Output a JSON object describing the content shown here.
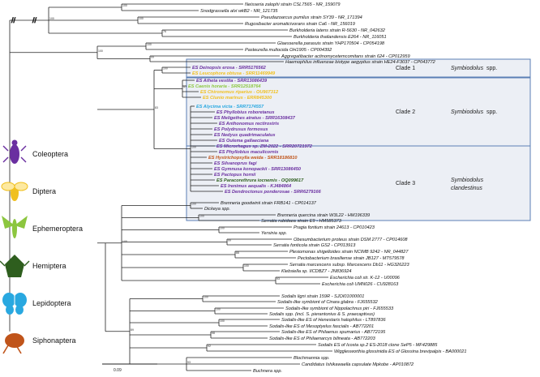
{
  "taxa": [
    {
      "label": "Neisseria zalophi strain CSL7565 - NR_159079",
      "style": "normal"
    },
    {
      "label": "Snodgrassella alvi wkB2 - NR_121735",
      "style": "normal"
    },
    {
      "label": "Pseudazoarcus pumilus strain SY39 - NR_171394",
      "style": "normal"
    },
    {
      "label": "Rugosibacter aromaticivorans strain Ca6 - NR_156019",
      "style": "normal"
    },
    {
      "label": "Burkholderia latens strain R-5630 - NR_042632",
      "style": "normal"
    },
    {
      "label": "Burkholderia thailandensis E264 - NR_116051",
      "style": "normal"
    },
    {
      "label": "Glaesserella parasuis strain YHP170504 - CP054198",
      "style": "normal"
    },
    {
      "label": "Pasteurella multocida OH1905 - CP004392",
      "style": "normal"
    },
    {
      "label": "Aggregatibacter actinomycetemcomitans strain 624 - CP012959",
      "style": "normal"
    },
    {
      "label": "Haemophilus influenzae biotype aegyptius strain HE24-F3037 - CP043772",
      "style": "normal"
    },
    {
      "label": "ES Deinopsis erosa - SRR5176562",
      "style": "cole"
    },
    {
      "label": "ES Leucophora obtusa - SRR11469949",
      "style": "dipt"
    },
    {
      "label": "ES Atheta vestita - SRR13086439",
      "style": "cole"
    },
    {
      "label": "ES Caenis horaria - SRR12518764",
      "style": "ephe"
    },
    {
      "label": "ES Chironomus riparius - OU907312",
      "style": "dipt"
    },
    {
      "label": "ES Clunio marinus - ERR845300",
      "style": "dipt"
    },
    {
      "label": "ES Alycima victa - SRR7174557",
      "style": "lepi"
    },
    {
      "label": "ES Phyllobius roboretanus",
      "style": "cole"
    },
    {
      "label": "ES Meligethes atratus - SRR16308437",
      "style": "cole"
    },
    {
      "label": "ES Anthonomus rectirostris",
      "style": "cole"
    },
    {
      "label": "ES Polydrusus formosus",
      "style": "cole"
    },
    {
      "label": "ES Nedyus quadrimaculatus",
      "style": "cole"
    },
    {
      "label": "ES Oulema gallaeciana",
      "style": "cole"
    },
    {
      "label": "ES Microrhagus sp. ZM-2022 - SRR20721972",
      "style": "cole"
    },
    {
      "label": "ES Phyllobius maculicornis",
      "style": "cole"
    },
    {
      "label": "ES Hystrichopsylla weida - SRR18186810",
      "style": "siph"
    },
    {
      "label": "ES Silvanoprus fagi",
      "style": "cole"
    },
    {
      "label": "ES Gymnusa konopackii - SRR13086450",
      "style": "cole"
    },
    {
      "label": "ES Pactopus hornii",
      "style": "cole"
    },
    {
      "label": "ES Paracorethrura iocnemis - OQ099617",
      "style": "hemi"
    },
    {
      "label": "ES Irenimus aequalis - KJ484864",
      "style": "cole"
    },
    {
      "label": "ES Dendroctonus ponderosae - SRR6279166",
      "style": "cole"
    },
    {
      "label": "Brenneria goodwinii strain FRB141 - CP014137",
      "style": "normal"
    },
    {
      "label": "Dickeya spp.",
      "style": "normal"
    },
    {
      "label": "Brenneria quercina strain W3L22 - HM196339",
      "style": "normal"
    },
    {
      "label": "Serratia rubidaea strain E9 - HM585373",
      "style": "normal"
    },
    {
      "label": "Pragia fontium strain 24613 - CP010423",
      "style": "normal"
    },
    {
      "label": "Yersinia spp.",
      "style": "normal"
    },
    {
      "label": "Obesumbacterium proteus strain DSM 2777 - CP014608",
      "style": "normal"
    },
    {
      "label": "Serratia fonticola strain GS2 - CP013913",
      "style": "normal"
    },
    {
      "label": "Plesiomonas shigelloides strain NCIMB 9242 - NR_044827",
      "style": "normal"
    },
    {
      "label": "Pectobacterium brasiliense strain JB127 - MT579578",
      "style": "normal"
    },
    {
      "label": "Serratia marcescens subsp. Marcescens Db11 - HG326223",
      "style": "normal"
    },
    {
      "label": "Klebsiella sp. IICDBZ7 - JN836924",
      "style": "normal"
    },
    {
      "label": "Escherichia coli str. K-12 - U00096",
      "style": "normal"
    },
    {
      "label": "Escherichia coli UMN026 - CU928163",
      "style": "normal"
    },
    {
      "label": "Sodalis ligni strain 159R - SJOI01000001",
      "style": "normal"
    },
    {
      "label": "Sodalis-like symbiont of Cinara glabra - FJ655532",
      "style": "normal"
    },
    {
      "label": "Sodalis-like symbiont of Nippolachnus piri - FJ655533",
      "style": "normal"
    },
    {
      "label": "Sodalis spp. (incl. S. pierantonius & S. praecaptivus)",
      "style": "normal"
    },
    {
      "label": "Sodalis-like ES of Henestaris halophilus - LT897836",
      "style": "normal"
    },
    {
      "label": "Sodalis-like ES of Mesoptyelus fascialis - AB772201",
      "style": "normal"
    },
    {
      "label": "Sodalis-like ES of Philaenus spumarius - AB772195",
      "style": "normal"
    },
    {
      "label": "Sodalis-like ES of Philaenarcys bilineata - AB772203",
      "style": "normal"
    },
    {
      "label": "Sodalis ES of Icosta sp.2 ES-2018 clone SeP5 - MF429885",
      "style": "normal"
    },
    {
      "label": "Wigglesworthia glossinidia ES of Glossina brevipalpis - BA000021",
      "style": "normal"
    },
    {
      "label": "Blochmannia spp.",
      "style": "normal"
    },
    {
      "label": "Candidatus Ishikawaella capsulate Mpkobe - AP010872",
      "style": "normal"
    },
    {
      "label": "Buchnera spp.",
      "style": "normal"
    }
  ],
  "support_values": [
    "100",
    "100",
    "76",
    "100",
    "99",
    "100",
    "97",
    "100",
    "100",
    "100",
    "100",
    "99",
    "88",
    "100",
    "93",
    "100",
    "100",
    "100",
    "98",
    "92",
    "93",
    "100",
    "100",
    "83",
    "100",
    "89",
    "99",
    "100",
    "100",
    "100",
    "97",
    "100",
    "100",
    "100",
    "99",
    "76",
    "100",
    "100",
    "100"
  ],
  "clades": [
    {
      "label": "Clade 1",
      "genus": "Symbiodolus",
      "suffix": "spp."
    },
    {
      "label": "Clade 2",
      "genus": "Symbiodolus",
      "suffix": "spp."
    },
    {
      "label": "Clade 3",
      "genus": "Symbiodolus",
      "suffix": "clandestinus"
    }
  ],
  "legend": [
    {
      "order": "Coleoptera",
      "icon": "beetle-icon"
    },
    {
      "order": "Diptera",
      "icon": "fly-icon"
    },
    {
      "order": "Ephemeroptera",
      "icon": "mayfly-icon"
    },
    {
      "order": "Hemiptera",
      "icon": "bug-icon"
    },
    {
      "order": "Lepidoptera",
      "icon": "butterfly-icon"
    },
    {
      "order": "Siphonaptera",
      "icon": "flea-icon"
    }
  ],
  "scale_bar": {
    "label": "0.09"
  },
  "colors": {
    "coleoptera": "#6a2fa0",
    "diptera": "#f0c020",
    "ephemeroptera": "#8cc63f",
    "hemiptera": "#2e5e1e",
    "lepidoptera": "#29a8e0",
    "siphonaptera": "#c0541a",
    "clade_box": "#5b7fb5",
    "clade_fill": "#e8e8e8"
  }
}
